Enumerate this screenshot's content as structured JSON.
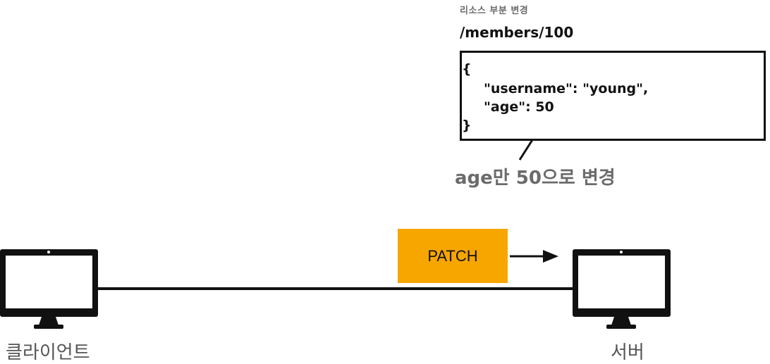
{
  "resource": {
    "heading": "리소스 부분 변경",
    "path": "/members/100",
    "body_lines": [
      "{",
      "\"username\": \"young\",",
      "\"age\": 50",
      "}"
    ]
  },
  "annotation": "age만 50으로 변경",
  "request": {
    "method": "PATCH",
    "color": "#f7a600"
  },
  "nodes": {
    "client": {
      "label": "클라이언트",
      "icon": "monitor-icon"
    },
    "server": {
      "label": "서버",
      "icon": "monitor-icon"
    }
  }
}
